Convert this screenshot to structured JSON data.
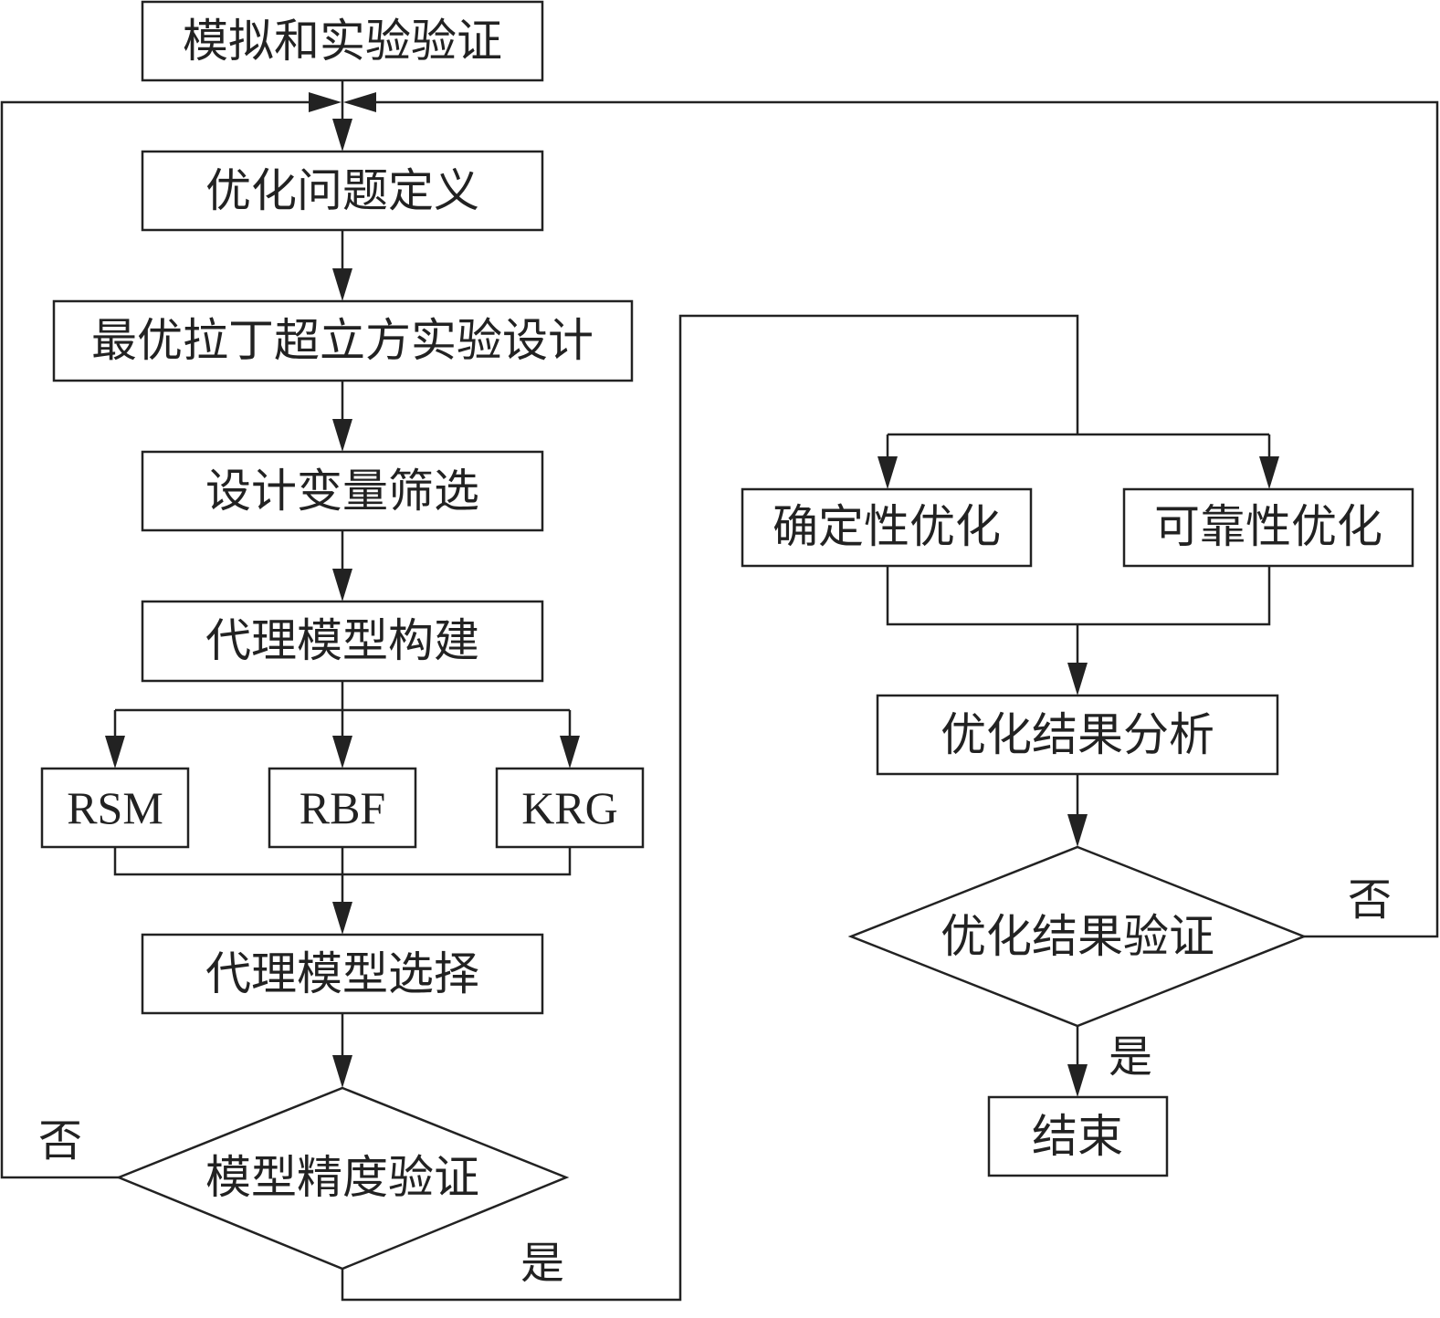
{
  "nodes": {
    "validation": "模拟和实验验证",
    "problem_definition": "优化问题定义",
    "olhs_doe": "最优拉丁超立方实验设计",
    "variable_screening": "设计变量筛选",
    "surrogate_build": "代理模型构建",
    "rsm": "RSM",
    "rbf": "RBF",
    "krg": "KRG",
    "surrogate_select": "代理模型选择",
    "accuracy_check": "模型精度验证",
    "deterministic_opt": "确定性优化",
    "reliability_opt": "可靠性优化",
    "result_analysis": "优化结果分析",
    "result_check": "优化结果验证",
    "end": "结束"
  },
  "edge_labels": {
    "accuracy_no": "否",
    "accuracy_yes": "是",
    "result_no": "否",
    "result_yes": "是"
  }
}
